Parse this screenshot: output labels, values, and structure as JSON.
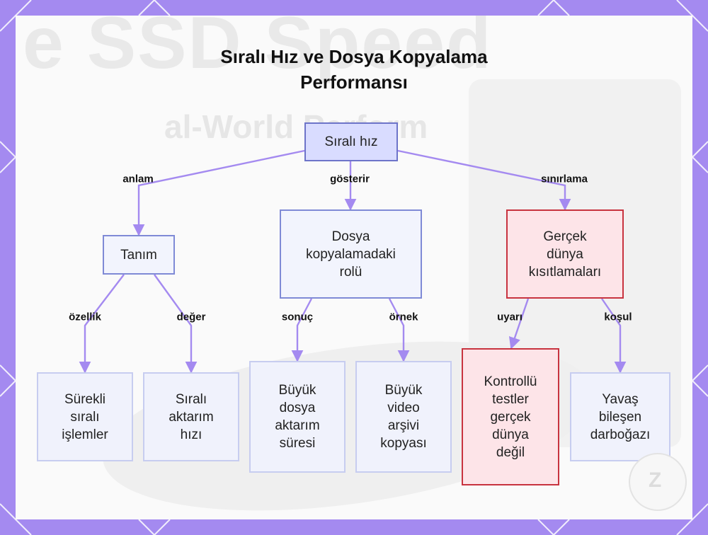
{
  "title": {
    "line1": "Sıralı Hız ve Dosya Kopyalama",
    "line2": "Performansı"
  },
  "background": {
    "big_text": "e SSD Speed",
    "sub_text": "al-World Perform"
  },
  "colors": {
    "frame": "#a48af0",
    "connector": "#a48af0",
    "root_fill": "#d9dcff",
    "root_border": "#6d74c9",
    "blue_border": "#7f8ad6",
    "red_fill": "#fde4e8",
    "red_border": "#c8333f"
  },
  "nodes": {
    "root": {
      "lines": [
        "Sıralı hız"
      ]
    },
    "tanim": {
      "lines": [
        "Tanım"
      ]
    },
    "dosya": {
      "lines": [
        "Dosya",
        "kopyalamadaki",
        "rolü"
      ]
    },
    "gercek": {
      "lines": [
        "Gerçek",
        "dünya",
        "kısıtlamaları"
      ]
    },
    "surekli": {
      "lines": [
        "Sürekli",
        "sıralı",
        "işlemler"
      ]
    },
    "aktarim": {
      "lines": [
        "Sıralı",
        "aktarım",
        "hızı"
      ]
    },
    "buyuk_dosya": {
      "lines": [
        "Büyük",
        "dosya",
        "aktarım",
        "süresi"
      ]
    },
    "buyuk_video": {
      "lines": [
        "Büyük",
        "video",
        "arşivi",
        "kopyası"
      ]
    },
    "kontrollu": {
      "lines": [
        "Kontrollü",
        "testler",
        "gerçek",
        "dünya",
        "değil"
      ]
    },
    "yavas": {
      "lines": [
        "Yavaş",
        "bileşen",
        "darboğazı"
      ]
    }
  },
  "edges": {
    "anlam": "anlam",
    "gosterir": "gösterir",
    "sinirlama": "sınırlama",
    "ozellik": "özellik",
    "deger": "değer",
    "sonuc": "sonuç",
    "ornek": "örnek",
    "uyari": "uyarı",
    "kosul": "koşul"
  }
}
